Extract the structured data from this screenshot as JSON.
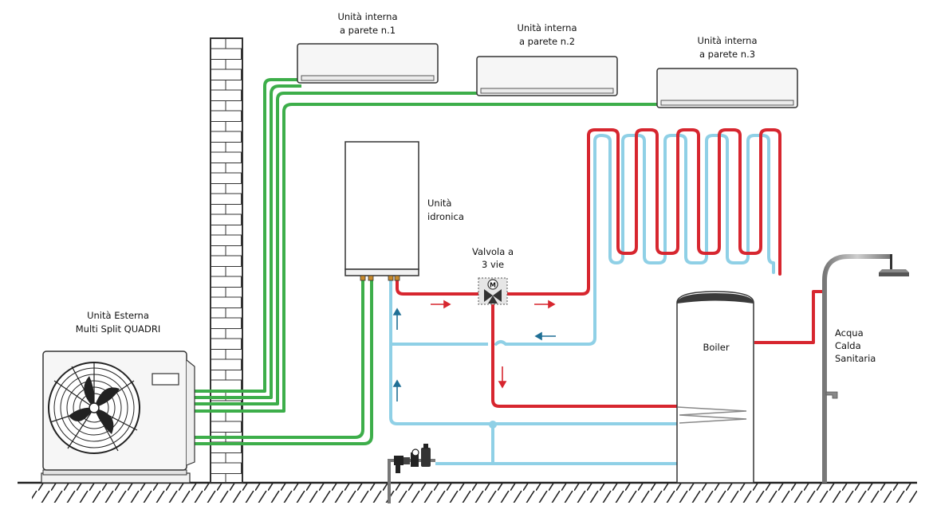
{
  "labels": {
    "indoor1": [
      "Unità interna",
      "a parete n.1"
    ],
    "indoor2": [
      "Unità interna",
      "a parete n.2"
    ],
    "indoor3": [
      "Unità interna",
      "a parete n.3"
    ],
    "hydronic": [
      "Unità",
      "idronica"
    ],
    "valve": [
      "Valvola a",
      "3 vie"
    ],
    "outdoor": [
      "Unità Esterna",
      "Multi Split QUADRI"
    ],
    "boiler": "Boiler",
    "dhw": [
      "Acqua",
      "Calda",
      "Sanitaria"
    ]
  },
  "valve_symbol": "M",
  "colors": {
    "refrigerant": "#3dae4a",
    "hot_water": "#d7262f",
    "cold_water": "#8fd0e6",
    "arrow_red": "#d7262f",
    "arrow_blue": "#1f6f95",
    "outline": "#333333",
    "fill_light": "#f6f6f6",
    "shower": "#9a9a9a"
  },
  "icons": {
    "fan": "fan-icon",
    "valve": "three-way-valve-icon",
    "shower": "shower-head-icon",
    "tap": "tap-icon"
  }
}
